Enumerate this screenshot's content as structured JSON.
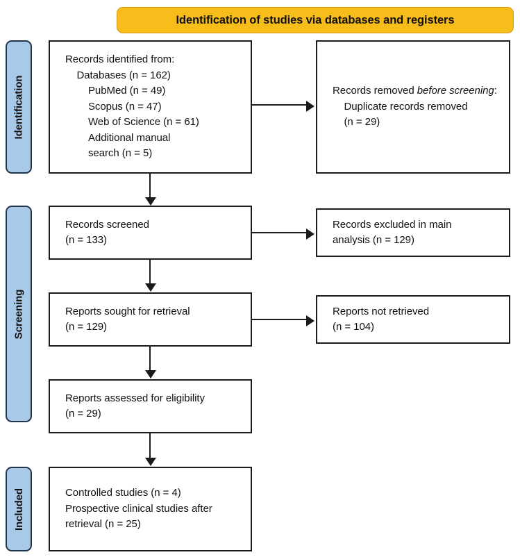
{
  "banner": {
    "title": "Identification of studies via databases and registers",
    "background_color": "#f7bd1b",
    "border_color": "#d29a12"
  },
  "stages": {
    "background_color": "#a9c9e8",
    "border_color": "#20344b",
    "identification": "Identification",
    "screening": "Screening",
    "included": "Included"
  },
  "boxes": {
    "identified": {
      "label": "Records identified from:",
      "lines": [
        "Records identified from:",
        "    Databases (n = 162)",
        "        PubMed (n = 49)",
        "        Scopus (n = 47)",
        "        Web of Science (n = 61)",
        "        Additional manual",
        "        search (n = 5)"
      ],
      "text": "Records identified from:\n    Databases (n = 162)\n        PubMed (n = 49)\n        Scopus (n = 47)\n        Web of Science (n = 61)\n        Additional manual\n        search (n = 5)"
    },
    "removed": {
      "prefix": "Records removed ",
      "italic": "before screening",
      "suffix": ":",
      "rest": "\n    Duplicate records removed\n    (n = 29)"
    },
    "screened": {
      "text": "Records screened\n(n = 133)"
    },
    "excluded": {
      "text": "Records excluded in main\nanalysis (n = 129)"
    },
    "sought": {
      "text": "Reports sought for retrieval\n(n = 129)"
    },
    "notretrieved": {
      "text": "Reports not retrieved\n(n = 104)"
    },
    "assessed": {
      "text": "Reports assessed for eligibility\n(n = 29)"
    },
    "included": {
      "text": "Controlled studies (n = 4)\nProspective clinical studies after\nretrieval (n = 25)"
    }
  },
  "counts": {
    "databases_total": 162,
    "pubmed": 49,
    "scopus": 47,
    "web_of_science": 61,
    "additional_manual_search": 5,
    "duplicates_removed": 29,
    "records_screened": 133,
    "records_excluded_main_analysis": 129,
    "reports_sought": 129,
    "reports_not_retrieved": 104,
    "reports_assessed": 29,
    "controlled_studies": 4,
    "prospective_clinical_studies": 25
  }
}
